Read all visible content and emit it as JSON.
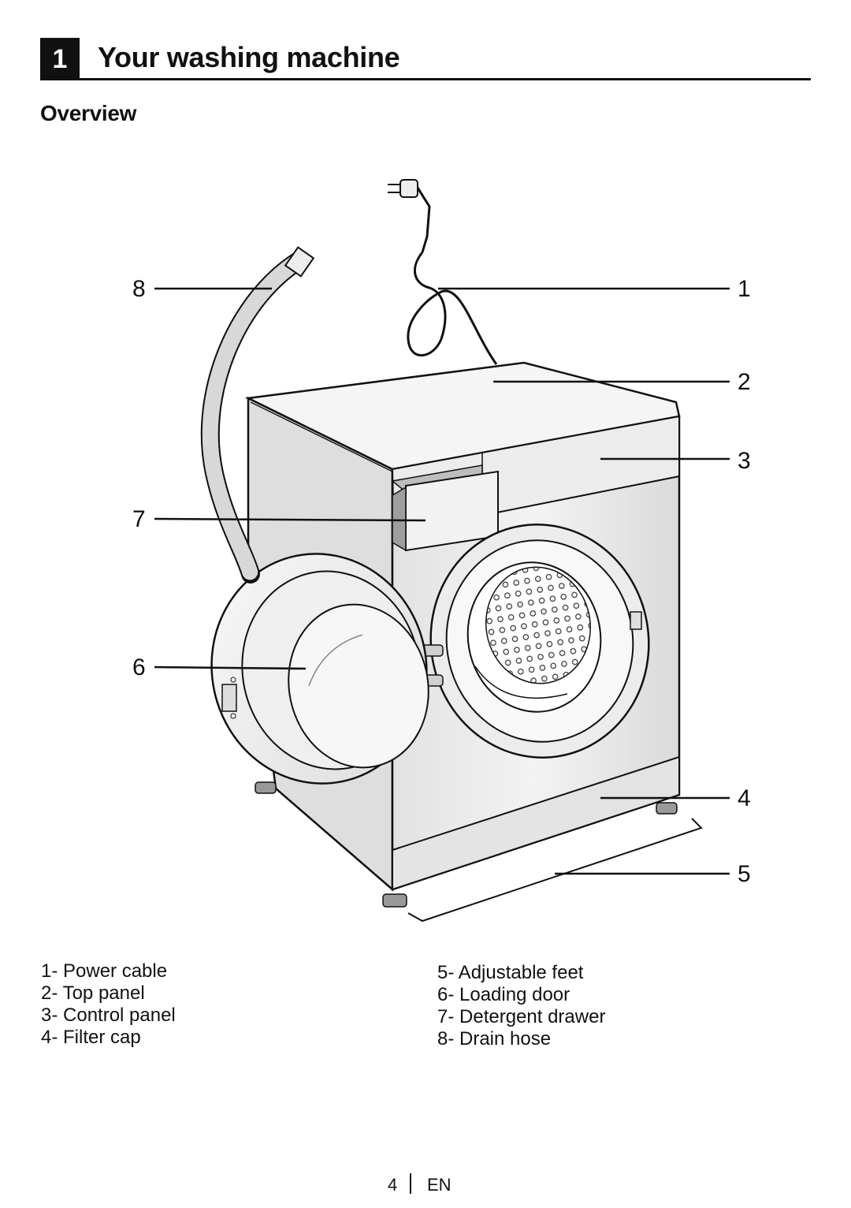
{
  "header": {
    "chapter_number": "1",
    "chapter_title": "Your washing machine"
  },
  "section": {
    "title": "Overview"
  },
  "callouts": [
    "1",
    "2",
    "3",
    "4",
    "5",
    "6",
    "7",
    "8"
  ],
  "legend": {
    "left": [
      "1- Power cable",
      "2- Top panel",
      "3- Control panel",
      "4- Filter cap"
    ],
    "right": [
      "5- Adjustable feet",
      "6- Loading door",
      "7- Detergent drawer",
      "8- Drain hose"
    ]
  },
  "footer": {
    "page_number": "4",
    "language": "EN"
  }
}
